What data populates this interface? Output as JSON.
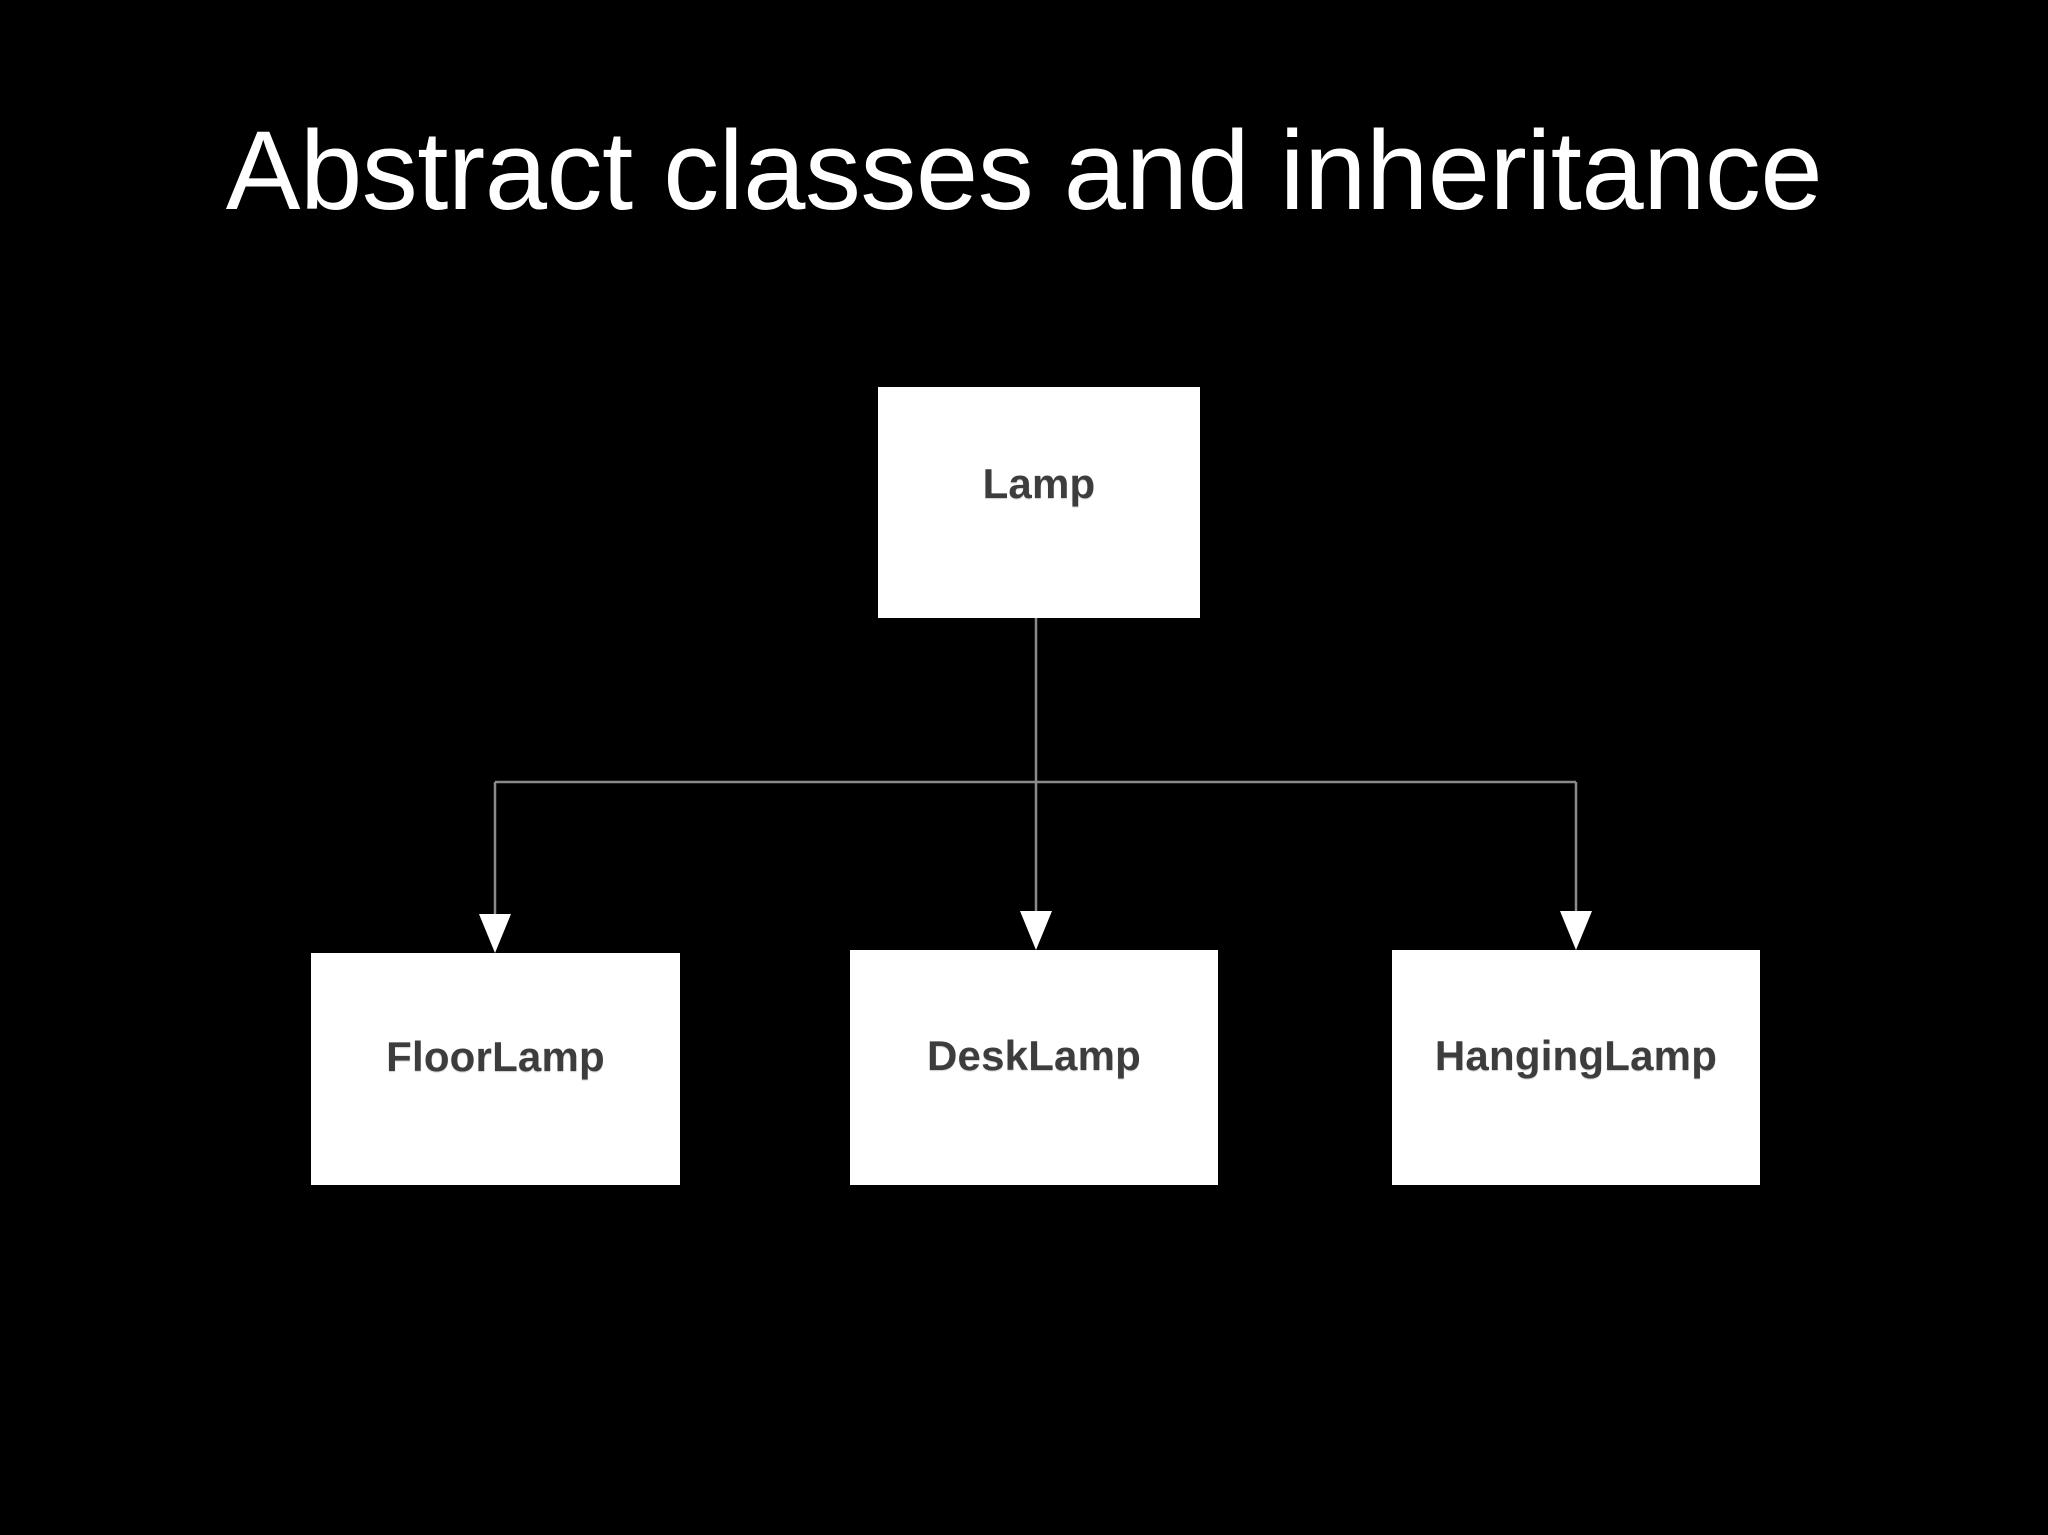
{
  "slide": {
    "title": "Abstract classes and inheritance",
    "background_color": "#000000",
    "title_color": "#ffffff"
  },
  "diagram": {
    "type": "class-inheritance-tree",
    "connector_color": "#8a8a8a",
    "arrowhead_color": "#ffffff",
    "box_fill_color": "#ffffff",
    "box_text_color": "#3d3d3d",
    "root": {
      "id": "lamp",
      "label": "Lamp"
    },
    "children": [
      {
        "id": "floorlamp",
        "label": "FloorLamp"
      },
      {
        "id": "desklamp",
        "label": "DeskLamp"
      },
      {
        "id": "hanginglamp",
        "label": "HangingLamp"
      }
    ],
    "edges": [
      {
        "from": "lamp",
        "to": "floorlamp",
        "arrow": "open-triangle-down"
      },
      {
        "from": "lamp",
        "to": "desklamp",
        "arrow": "open-triangle-down"
      },
      {
        "from": "lamp",
        "to": "hanginglamp",
        "arrow": "open-triangle-down"
      }
    ]
  }
}
